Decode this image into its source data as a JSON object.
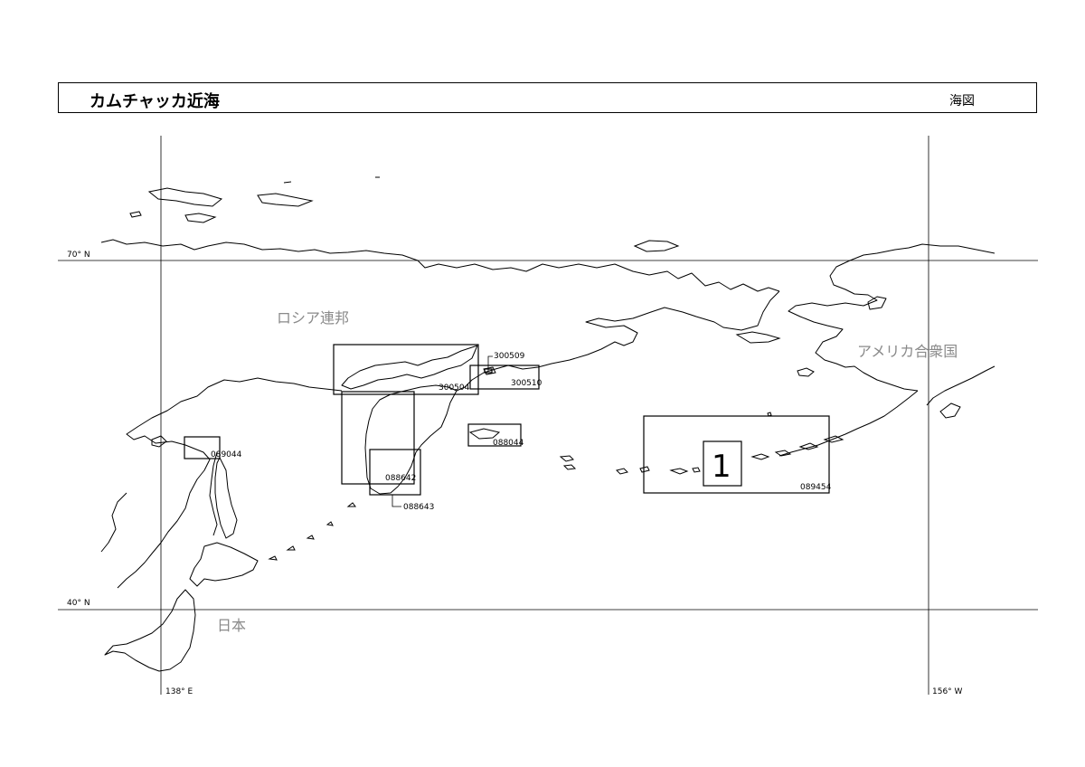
{
  "header": {
    "title": "カムチャッカ近海",
    "kind": "海図"
  },
  "grid": {
    "lat_top": "70° N",
    "lat_bottom": "40° N",
    "lon_left": "138° E",
    "lon_right": "156° W"
  },
  "countries": {
    "russia": "ロシア連邦",
    "usa": "アメリカ合衆国",
    "japan": "日本"
  },
  "charts": {
    "c089044_a": "089044",
    "c300509": "300509",
    "c300504": "300504",
    "c300510": "300510",
    "c088044": "088044",
    "c088642": "088642",
    "c088643": "088643",
    "c089454": "089454",
    "index_number": "1"
  }
}
